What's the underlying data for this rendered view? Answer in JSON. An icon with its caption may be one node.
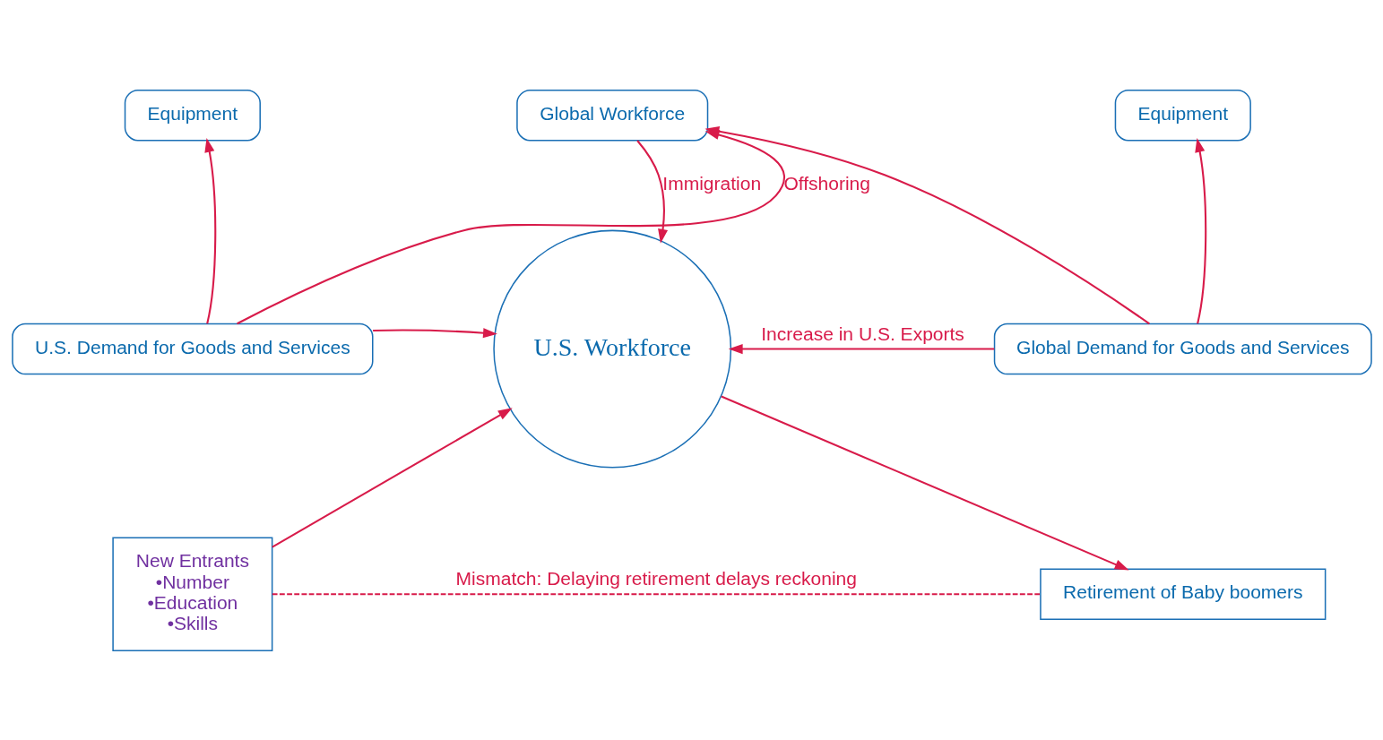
{
  "diagram": {
    "nodes": [
      {
        "text": [
          "Equipment"
        ]
      },
      {
        "text": [
          "Global Workforce"
        ]
      },
      {
        "text": [
          "Equipment"
        ]
      },
      {
        "text": [
          "U.S. Demand for Goods and Services"
        ]
      },
      {
        "text": [
          "U.S. Workforce"
        ]
      },
      {
        "text": [
          "Global Demand for Goods and Services"
        ]
      },
      {
        "text": [
          "New Entrants",
          "•Number",
          "•Education",
          "•Skills"
        ]
      },
      {
        "text": [
          "Retirement of Baby boomers"
        ]
      }
    ],
    "edges": [
      {
        "from": 3,
        "to": 0,
        "arrow": "to"
      },
      {
        "from": 3,
        "to": 1,
        "arrow": "to",
        "label": "Offshoring"
      },
      {
        "from": 1,
        "to": 4,
        "arrow": "to",
        "label": "Immigration"
      },
      {
        "from": 5,
        "to": 1,
        "arrow": "to"
      },
      {
        "from": 5,
        "to": 2,
        "arrow": "to"
      },
      {
        "from": 3,
        "to": 4,
        "arrow": "to"
      },
      {
        "from": 5,
        "to": 4,
        "arrow": "to",
        "label": "Increase in U.S. Exports"
      },
      {
        "from": 6,
        "to": 4,
        "arrow": "to"
      },
      {
        "from": 4,
        "to": 7,
        "arrow": "to"
      },
      {
        "from": 6,
        "to": 7,
        "arrow": "none",
        "style": "dashed",
        "label": "Mismatch: Delaying retirement delays reckoning"
      }
    ]
  }
}
